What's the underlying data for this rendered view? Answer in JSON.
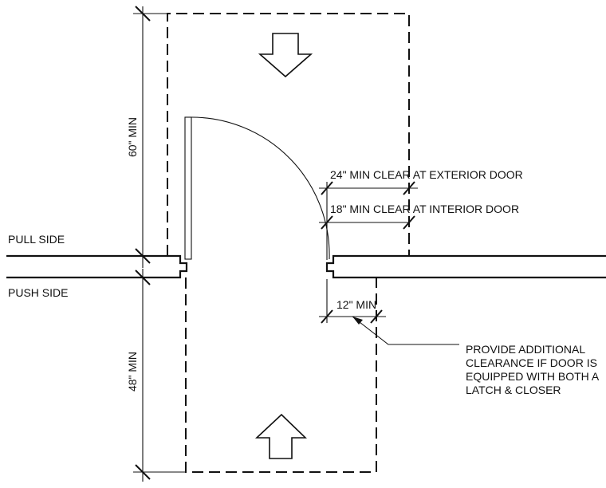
{
  "labels": {
    "pull_side": "PULL SIDE",
    "push_side": "PUSH SIDE",
    "dim_60": "60\" MIN",
    "dim_48": "48\" MIN",
    "exterior_clear": "24\" MIN CLEAR AT EXTERIOR DOOR",
    "interior_clear": "18\" MIN CLEAR AT INTERIOR DOOR",
    "dim_12": "12\" MIN",
    "note_lines": [
      "PROVIDE ADDITIONAL",
      "CLEARANCE IF DOOR IS",
      "EQUIPPED WITH BOTH A",
      "LATCH & CLOSER"
    ]
  }
}
